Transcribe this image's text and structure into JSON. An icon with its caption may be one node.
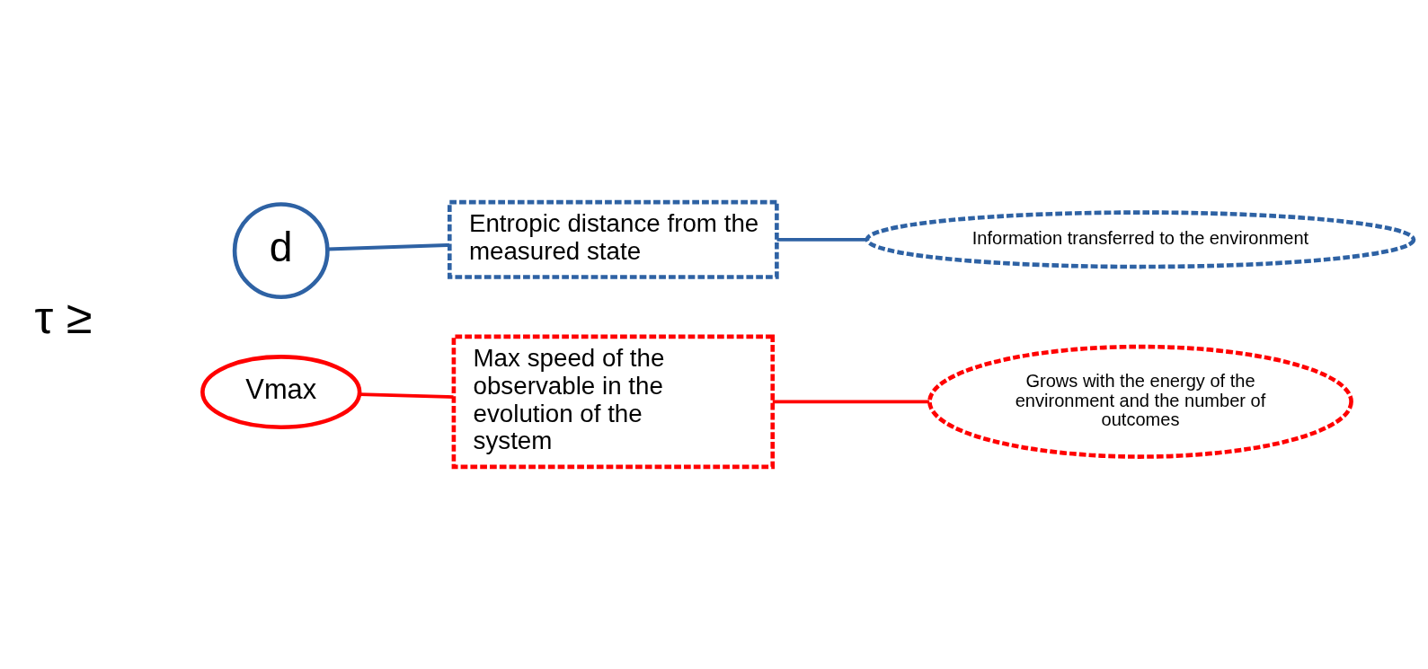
{
  "diagram": {
    "nodes": [
      {
        "text": [
          "d"
        ]
      },
      {
        "text": [
          "Entropic distance from the measured state"
        ]
      },
      {
        "text": [
          "Information transferred to the environment"
        ]
      },
      {
        "text": [
          "Vmax"
        ]
      },
      {
        "text": [
          "Max speed of the observable in the evolution of the system"
        ]
      },
      {
        "text": [
          "Grows with the energy of the environment and the number of outcomes"
        ]
      }
    ],
    "edges": [
      {
        "from": 0,
        "to": 1,
        "arrow": "none",
        "color": "#2e62a4"
      },
      {
        "from": 1,
        "to": 2,
        "arrow": "none",
        "color": "#2e62a4"
      },
      {
        "from": 3,
        "to": 4,
        "arrow": "none",
        "color": "#ff0000"
      },
      {
        "from": 4,
        "to": 5,
        "arrow": "none",
        "color": "#ff0000"
      }
    ],
    "labels": [
      "τ ≥"
    ]
  }
}
